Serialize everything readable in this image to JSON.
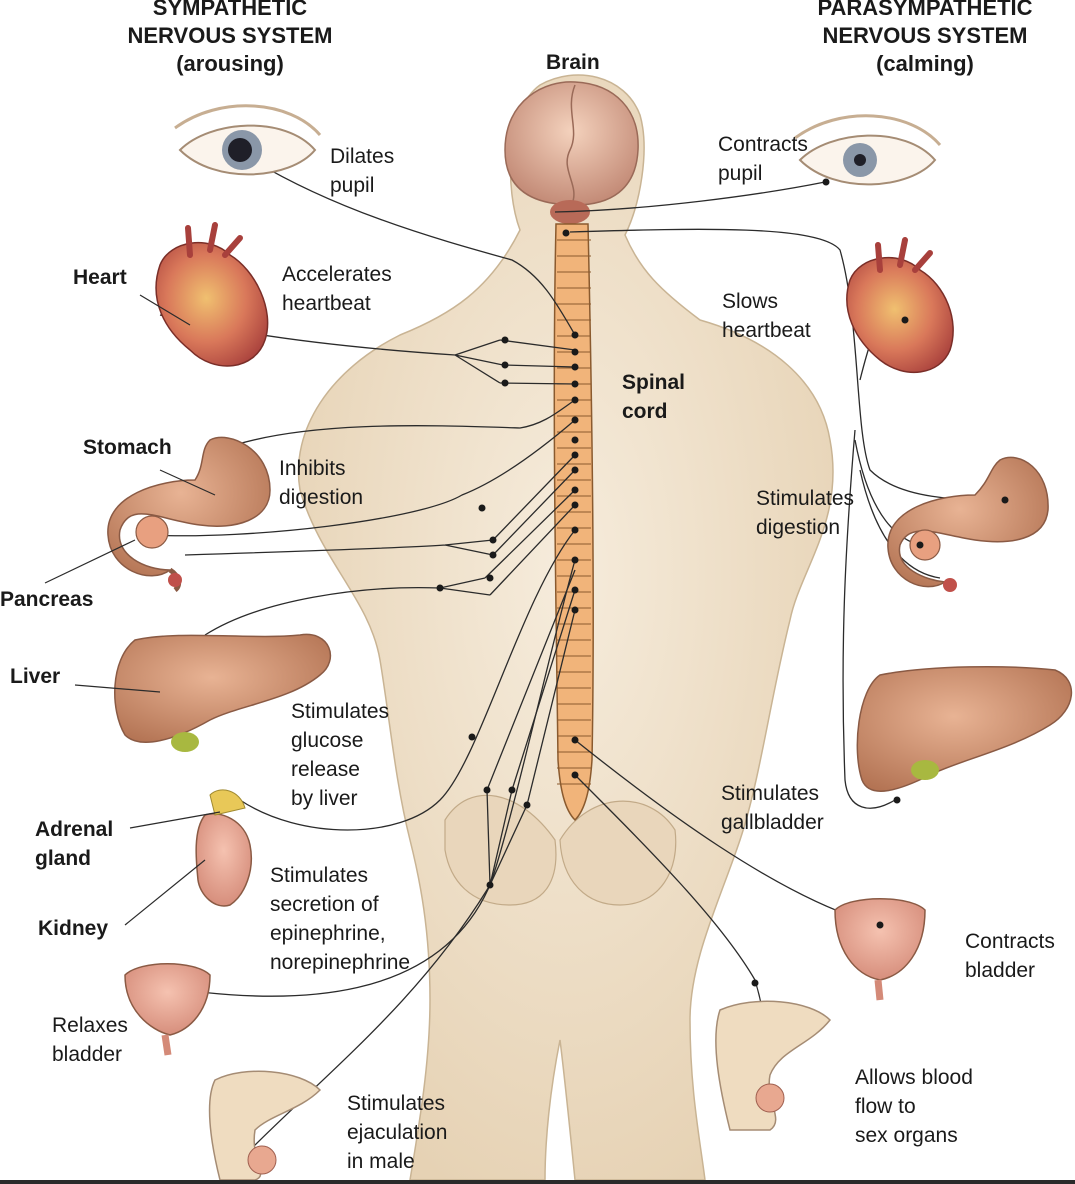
{
  "headers": {
    "sympathetic": "SYMPATHETIC\nNERVOUS SYSTEM\n(arousing)",
    "parasympathetic": "PARASYMPATHETIC\nNERVOUS SYSTEM\n(calming)"
  },
  "organs": {
    "brain": "Brain",
    "spinal_cord": "Spinal\ncord",
    "heart": "Heart",
    "stomach": "Stomach",
    "pancreas": "Pancreas",
    "liver": "Liver",
    "adrenal_gland": "Adrenal\ngland",
    "kidney": "Kidney"
  },
  "sympathetic_effects": {
    "pupil": "Dilates\npupil",
    "heart": "Accelerates\nheartbeat",
    "digestion": "Inhibits\ndigestion",
    "glucose": "Stimulates\nglucose\nrelease\nby liver",
    "epinephrine": "Stimulates\nsecretion of\nepinephrine,\nnorepinephrine",
    "bladder": "Relaxes\nbladder",
    "ejaculation": "Stimulates\nejaculation\nin male"
  },
  "parasympathetic_effects": {
    "pupil": "Contracts\npupil",
    "heart": "Slows\nheartbeat",
    "digestion": "Stimulates\ndigestion",
    "gallbladder": "Stimulates\ngallbladder",
    "bladder": "Contracts\nbladder",
    "blood_flow": "Allows blood\nflow to\nsex organs"
  },
  "colors": {
    "skin": "#efe0c8",
    "spinal_cord": "#f1b47a",
    "organ": "#c98a6a",
    "heart": "#c0504a",
    "nerve": "#2b2b2b"
  }
}
